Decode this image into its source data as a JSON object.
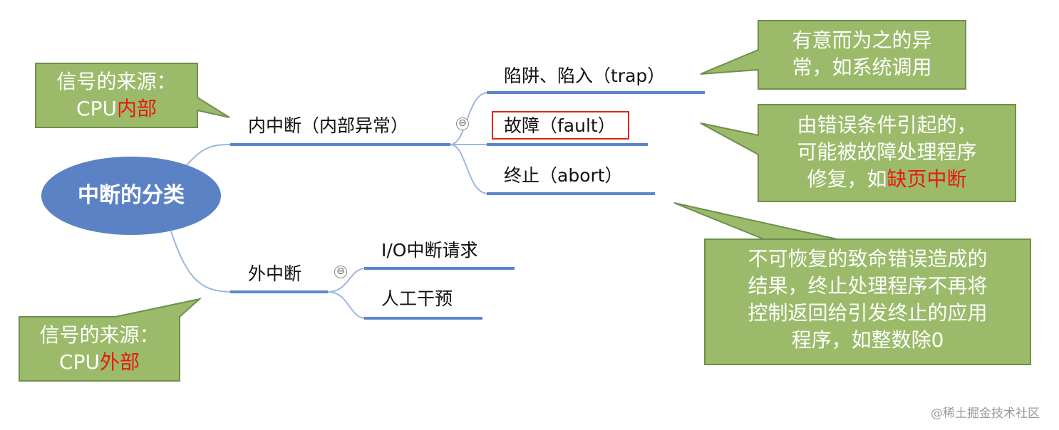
{
  "root": {
    "label": "中断的分类"
  },
  "branches": {
    "internal": {
      "label": "内中断（内部异常）",
      "children": [
        {
          "label": "陷阱、陷入（trap）"
        },
        {
          "label": "故障（fault）"
        },
        {
          "label": "终止（abort）"
        }
      ]
    },
    "external": {
      "label": "外中断",
      "children": [
        {
          "label": "I/O中断请求"
        },
        {
          "label": "人工干预"
        }
      ]
    }
  },
  "callouts": {
    "internal_source": {
      "line1": "信号的来源：",
      "prefix": "CPU",
      "highlight": "内部"
    },
    "external_source": {
      "line1": "信号的来源：",
      "prefix": "CPU",
      "highlight": "外部"
    },
    "trap_note": {
      "lines": [
        "有意而为之的异",
        "常，如系统调用"
      ]
    },
    "fault_note": {
      "line1": "由错误条件引起的，",
      "line2": "可能被故障处理程序",
      "line3_prefix": "修复，如",
      "line3_highlight": "缺页中断"
    },
    "abort_note": {
      "lines": [
        "不可恢复的致命错误造成的",
        "结果，终止处理程序不再将",
        "控制返回给引发终止的应用",
        "程序，如整数除0"
      ]
    }
  },
  "collapse_symbol": "⊖",
  "watermark": "@稀土掘金技术社区",
  "colors": {
    "root_fill": "#5b82c4",
    "branch_line": "#5b87c9",
    "connector": "#9db7dd",
    "callout_fill": "#9bbb6b",
    "callout_border": "#6e8f4a",
    "highlight": "#e8190f",
    "fault_box": "#e0231b"
  }
}
